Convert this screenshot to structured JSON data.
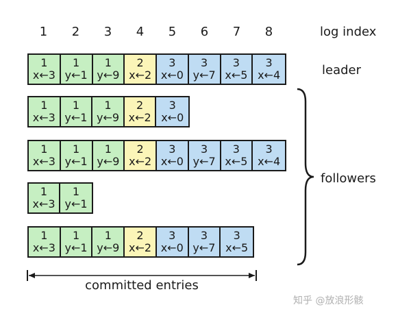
{
  "header": {
    "indices": [
      "1",
      "2",
      "3",
      "4",
      "5",
      "6",
      "7",
      "8"
    ],
    "log_index_label": "log index"
  },
  "leader_label": "leader",
  "followers_label": "followers",
  "committed_label": "committed entries",
  "watermark": "知乎 @放浪形骸",
  "colors": {
    "term1": "#c6efc2",
    "term2": "#fbf5b8",
    "term3": "#bfdcf3"
  },
  "rows": [
    {
      "role": "leader",
      "entries": [
        {
          "term": "1",
          "cmd": "x←3"
        },
        {
          "term": "1",
          "cmd": "y←1"
        },
        {
          "term": "1",
          "cmd": "y←9"
        },
        {
          "term": "2",
          "cmd": "x←2"
        },
        {
          "term": "3",
          "cmd": "x←0"
        },
        {
          "term": "3",
          "cmd": "y←7"
        },
        {
          "term": "3",
          "cmd": "x←5"
        },
        {
          "term": "3",
          "cmd": "x←4"
        }
      ]
    },
    {
      "role": "follower",
      "entries": [
        {
          "term": "1",
          "cmd": "x←3"
        },
        {
          "term": "1",
          "cmd": "y←1"
        },
        {
          "term": "1",
          "cmd": "y←9"
        },
        {
          "term": "2",
          "cmd": "x←2"
        },
        {
          "term": "3",
          "cmd": "x←0"
        }
      ]
    },
    {
      "role": "follower",
      "entries": [
        {
          "term": "1",
          "cmd": "x←3"
        },
        {
          "term": "1",
          "cmd": "y←1"
        },
        {
          "term": "1",
          "cmd": "y←9"
        },
        {
          "term": "2",
          "cmd": "x←2"
        },
        {
          "term": "3",
          "cmd": "x←0"
        },
        {
          "term": "3",
          "cmd": "y←7"
        },
        {
          "term": "3",
          "cmd": "x←5"
        },
        {
          "term": "3",
          "cmd": "x←4"
        }
      ]
    },
    {
      "role": "follower",
      "entries": [
        {
          "term": "1",
          "cmd": "x←3"
        },
        {
          "term": "1",
          "cmd": "y←1"
        }
      ]
    },
    {
      "role": "follower",
      "entries": [
        {
          "term": "1",
          "cmd": "x←3"
        },
        {
          "term": "1",
          "cmd": "y←1"
        },
        {
          "term": "1",
          "cmd": "y←9"
        },
        {
          "term": "2",
          "cmd": "x←2"
        },
        {
          "term": "3",
          "cmd": "x←0"
        },
        {
          "term": "3",
          "cmd": "y←7"
        },
        {
          "term": "3",
          "cmd": "x←5"
        }
      ]
    }
  ]
}
